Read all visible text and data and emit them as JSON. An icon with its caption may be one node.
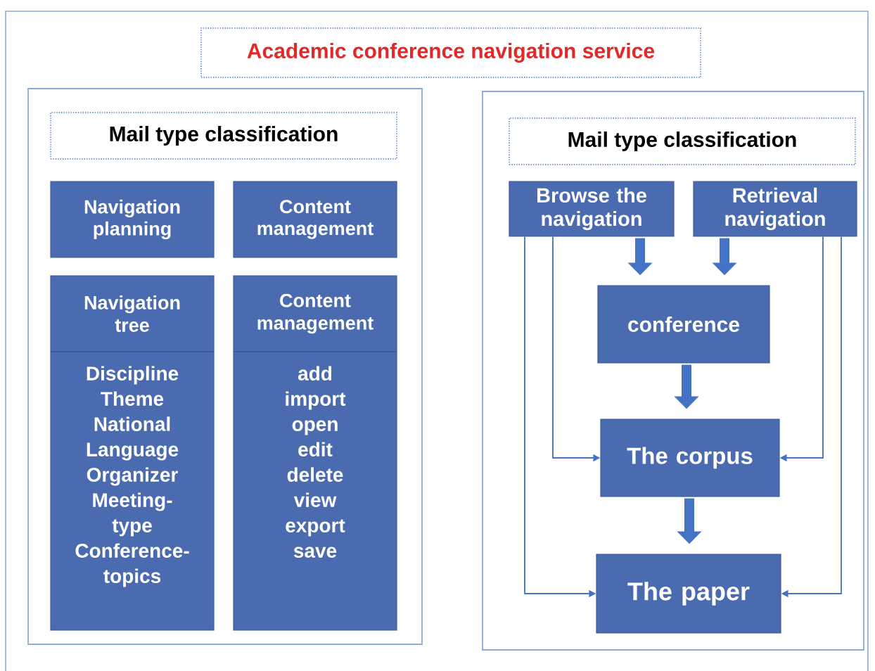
{
  "diagram": {
    "title": "Academic conference navigation service",
    "nodes": [
      {
        "text": [],
        "shape": "box"
      },
      {
        "text": [
          "Mail type classification"
        ],
        "in": 0
      },
      {
        "text": [
          "Navigation planning"
        ],
        "in": 0
      },
      {
        "text": [
          "Content management"
        ],
        "in": 0
      },
      {
        "text": [
          "Navigation tree",
          "Discipline",
          "Theme",
          "National",
          "Language",
          "Organizer",
          "Meeting-type",
          "Conference-topics"
        ],
        "in": 0
      },
      {
        "text": [
          "Content management",
          "add",
          "import",
          "open",
          "edit",
          "delete",
          "view",
          "export",
          "save"
        ],
        "in": 0
      },
      {
        "text": [],
        "shape": "box"
      },
      {
        "text": [
          "Mail type classification"
        ],
        "in": 6
      },
      {
        "text": [
          "Browse the navigation"
        ],
        "in": 6
      },
      {
        "text": [
          "Retrieval navigation"
        ],
        "in": 6
      },
      {
        "text": [
          "conference"
        ],
        "in": 6
      },
      {
        "text": [
          "The corpus"
        ],
        "in": 6
      },
      {
        "text": [
          "The paper"
        ],
        "in": 6
      }
    ],
    "edges": [
      {
        "from": 8,
        "to": 10,
        "arrow": "to",
        "style": "thick"
      },
      {
        "from": 9,
        "to": 10,
        "arrow": "to",
        "style": "thick"
      },
      {
        "from": 10,
        "to": 11,
        "arrow": "to",
        "style": "thick"
      },
      {
        "from": 11,
        "to": 12,
        "arrow": "to",
        "style": "thick"
      },
      {
        "from": 8,
        "to": 11,
        "arrow": "to"
      },
      {
        "from": 8,
        "to": 12,
        "arrow": "to"
      },
      {
        "from": 9,
        "to": 11,
        "arrow": "to"
      },
      {
        "from": 9,
        "to": 12,
        "arrow": "to"
      }
    ]
  }
}
